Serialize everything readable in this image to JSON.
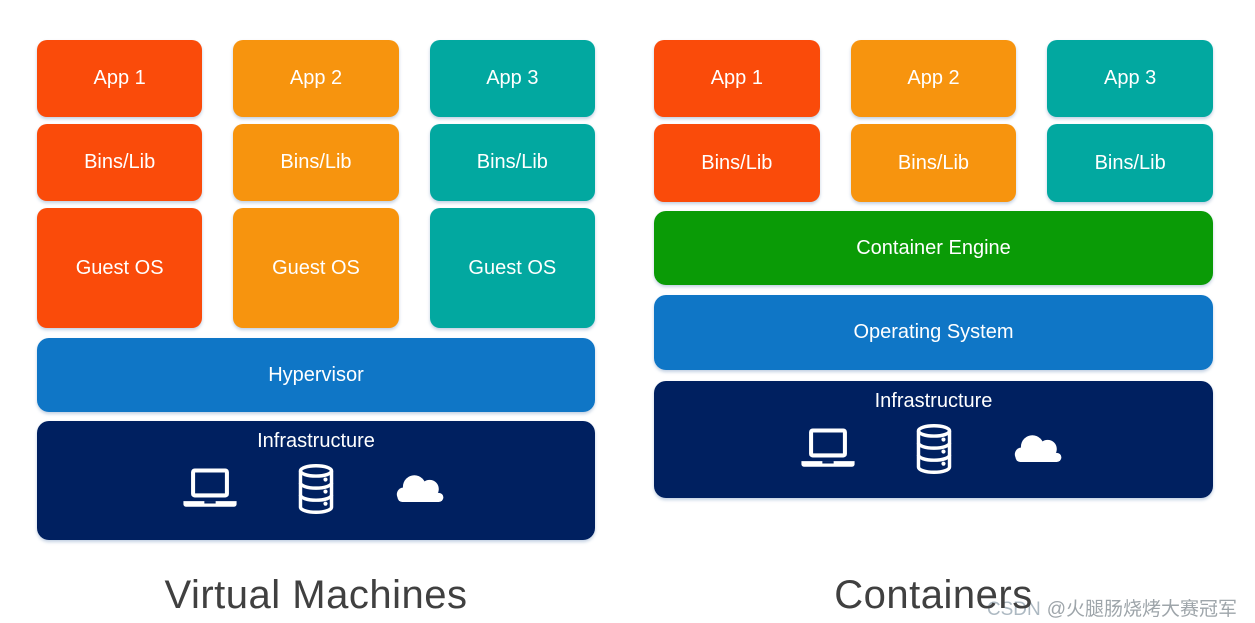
{
  "vm": {
    "title": "Virtual Machines",
    "columns": [
      {
        "app": "App 1",
        "bins": "Bins/Lib",
        "guest_os": "Guest OS"
      },
      {
        "app": "App 2",
        "bins": "Bins/Lib",
        "guest_os": "Guest OS"
      },
      {
        "app": "App 3",
        "bins": "Bins/Lib",
        "guest_os": "Guest OS"
      }
    ],
    "hypervisor": "Hypervisor",
    "infrastructure": "Infrastructure"
  },
  "containers": {
    "title": "Containers",
    "columns": [
      {
        "app": "App 1",
        "bins": "Bins/Lib"
      },
      {
        "app": "App 2",
        "bins": "Bins/Lib"
      },
      {
        "app": "App 3",
        "bins": "Bins/Lib"
      }
    ],
    "container_engine": "Container Engine",
    "operating_system": "Operating System",
    "infrastructure": "Infrastructure"
  },
  "watermark": {
    "brand": "CSDN",
    "handle": "@火腿肠烧烤大赛冠军"
  },
  "icons": {
    "laptop": "laptop-icon",
    "database": "database-icon",
    "cloud": "cloud-icon"
  },
  "colors": {
    "app_column_1": "#FA4B0A",
    "app_column_2": "#F7940E",
    "app_column_3": "#02A8A0",
    "hypervisor_os_blue": "#0F76C6",
    "container_engine_green": "#0A9B06",
    "infrastructure_navy": "#002060",
    "title_gray": "#404040",
    "watermark_gray": "#9EA5AA"
  }
}
